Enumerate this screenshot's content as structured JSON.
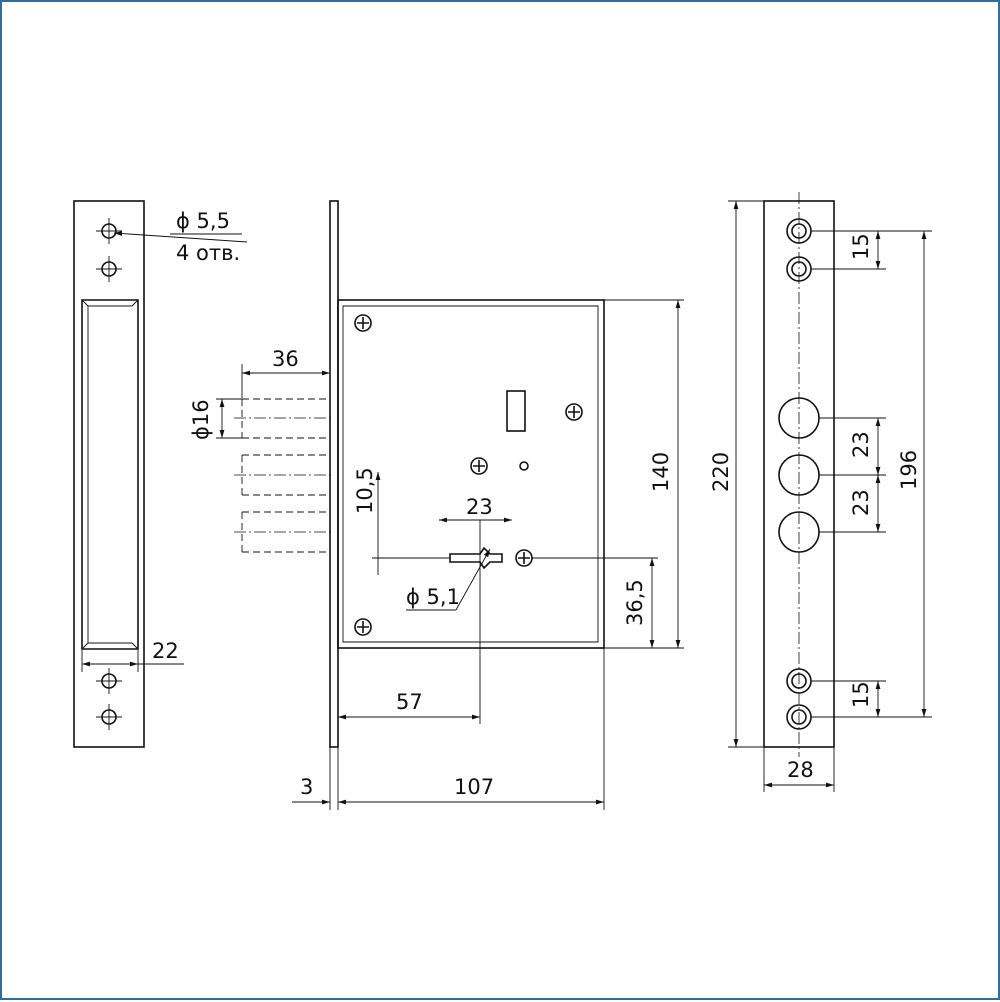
{
  "strike_plate": {
    "hole_note": {
      "diameter": "ϕ 5,5",
      "count": "4 отв."
    },
    "width_label": "22"
  },
  "lock_body": {
    "bolt_depth_label": "36",
    "bolt_diameter_label": "ϕ16",
    "keyhole_offset_label": "10,5",
    "key_width_label": "23",
    "pin_diameter_label": "ϕ 5,1",
    "height_label": "140",
    "lower_offset_label": "36,5",
    "backset_label": "57",
    "faceplate_thickness_label": "3",
    "depth_label": "107"
  },
  "faceplate": {
    "top_hole_spacing_label": "15",
    "bolt_spacing_upper_label": "23",
    "bolt_spacing_lower_label": "23",
    "bottom_hole_spacing_label": "15",
    "length_label": "220",
    "screw_span_label": "196",
    "width_label": "28"
  }
}
